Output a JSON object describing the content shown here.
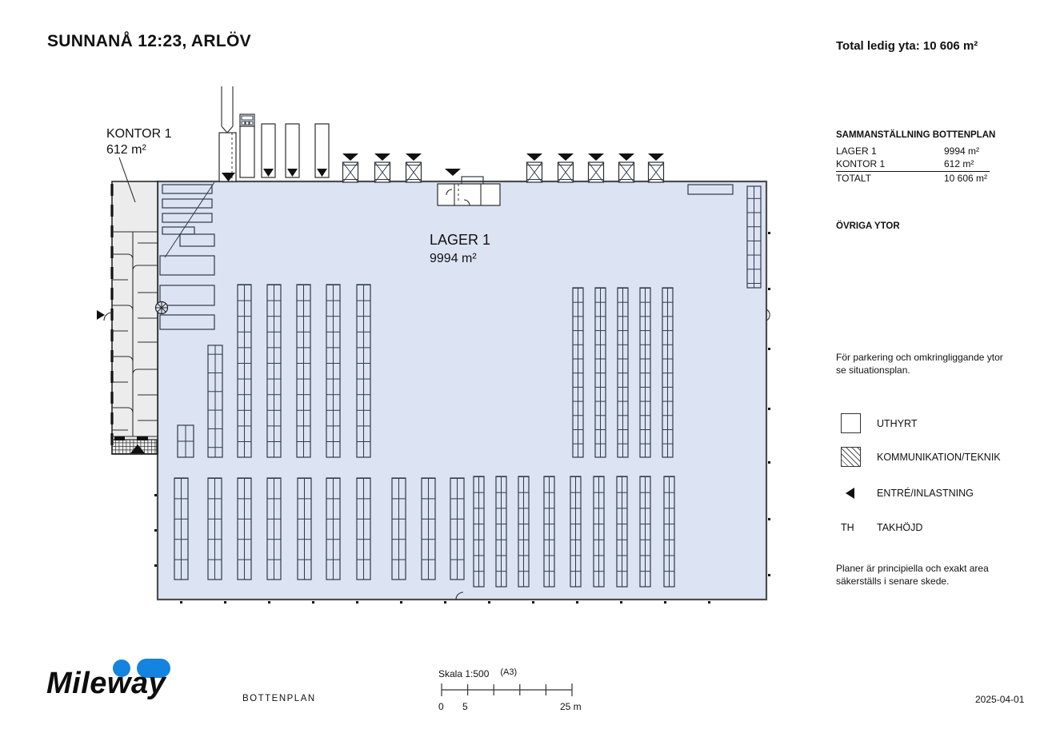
{
  "header": {
    "title": "SUNNANÅ 12:23, ARLÖV",
    "total_area_label": "Total ledig yta: 10 606 m²"
  },
  "plan": {
    "kontor_label": "KONTOR 1",
    "kontor_area": "612 m²",
    "lager_label": "LAGER 1",
    "lager_area": "9994 m²"
  },
  "summary": {
    "heading": "SAMMANSTÄLLNING BOTTENPLAN",
    "rows": [
      {
        "label": "LAGER 1",
        "value": "9994 m²"
      },
      {
        "label": "KONTOR 1",
        "value": "612 m²"
      },
      {
        "label": "TOTALT",
        "value": "10 606 m²"
      }
    ],
    "other_heading": "ÖVRIGA YTOR"
  },
  "notes": {
    "parking": "För parkering och omkringliggande ytor se situationsplan.",
    "disclaimer": "Planer är principiella och exakt area säkerställs i senare skede."
  },
  "legend": {
    "items": [
      {
        "icon": "uthyrt-square",
        "label": "UTHYRT"
      },
      {
        "icon": "hatched-square",
        "label": "KOMMUNIKATION/TEKNIK"
      },
      {
        "icon": "entry-arrow",
        "label": "ENTRÉ/INLASTNING"
      },
      {
        "icon": "text-abbrev",
        "abbrev": "TH",
        "label": "TAKHÖJD"
      }
    ]
  },
  "footer": {
    "logo_text": "Mileway",
    "drawing_name": "BOTTENPLAN",
    "scale_label": "Skala 1:500",
    "paper_size": "(A3)",
    "scale_ticks": [
      "0",
      "5",
      "25 m"
    ],
    "date": "2025-04-01"
  },
  "colors": {
    "warehouse_fill": "#dce3f3",
    "office_fill": "#ececec",
    "brand_blue": "#1583e0",
    "line_dark": "#2e3a4a"
  }
}
